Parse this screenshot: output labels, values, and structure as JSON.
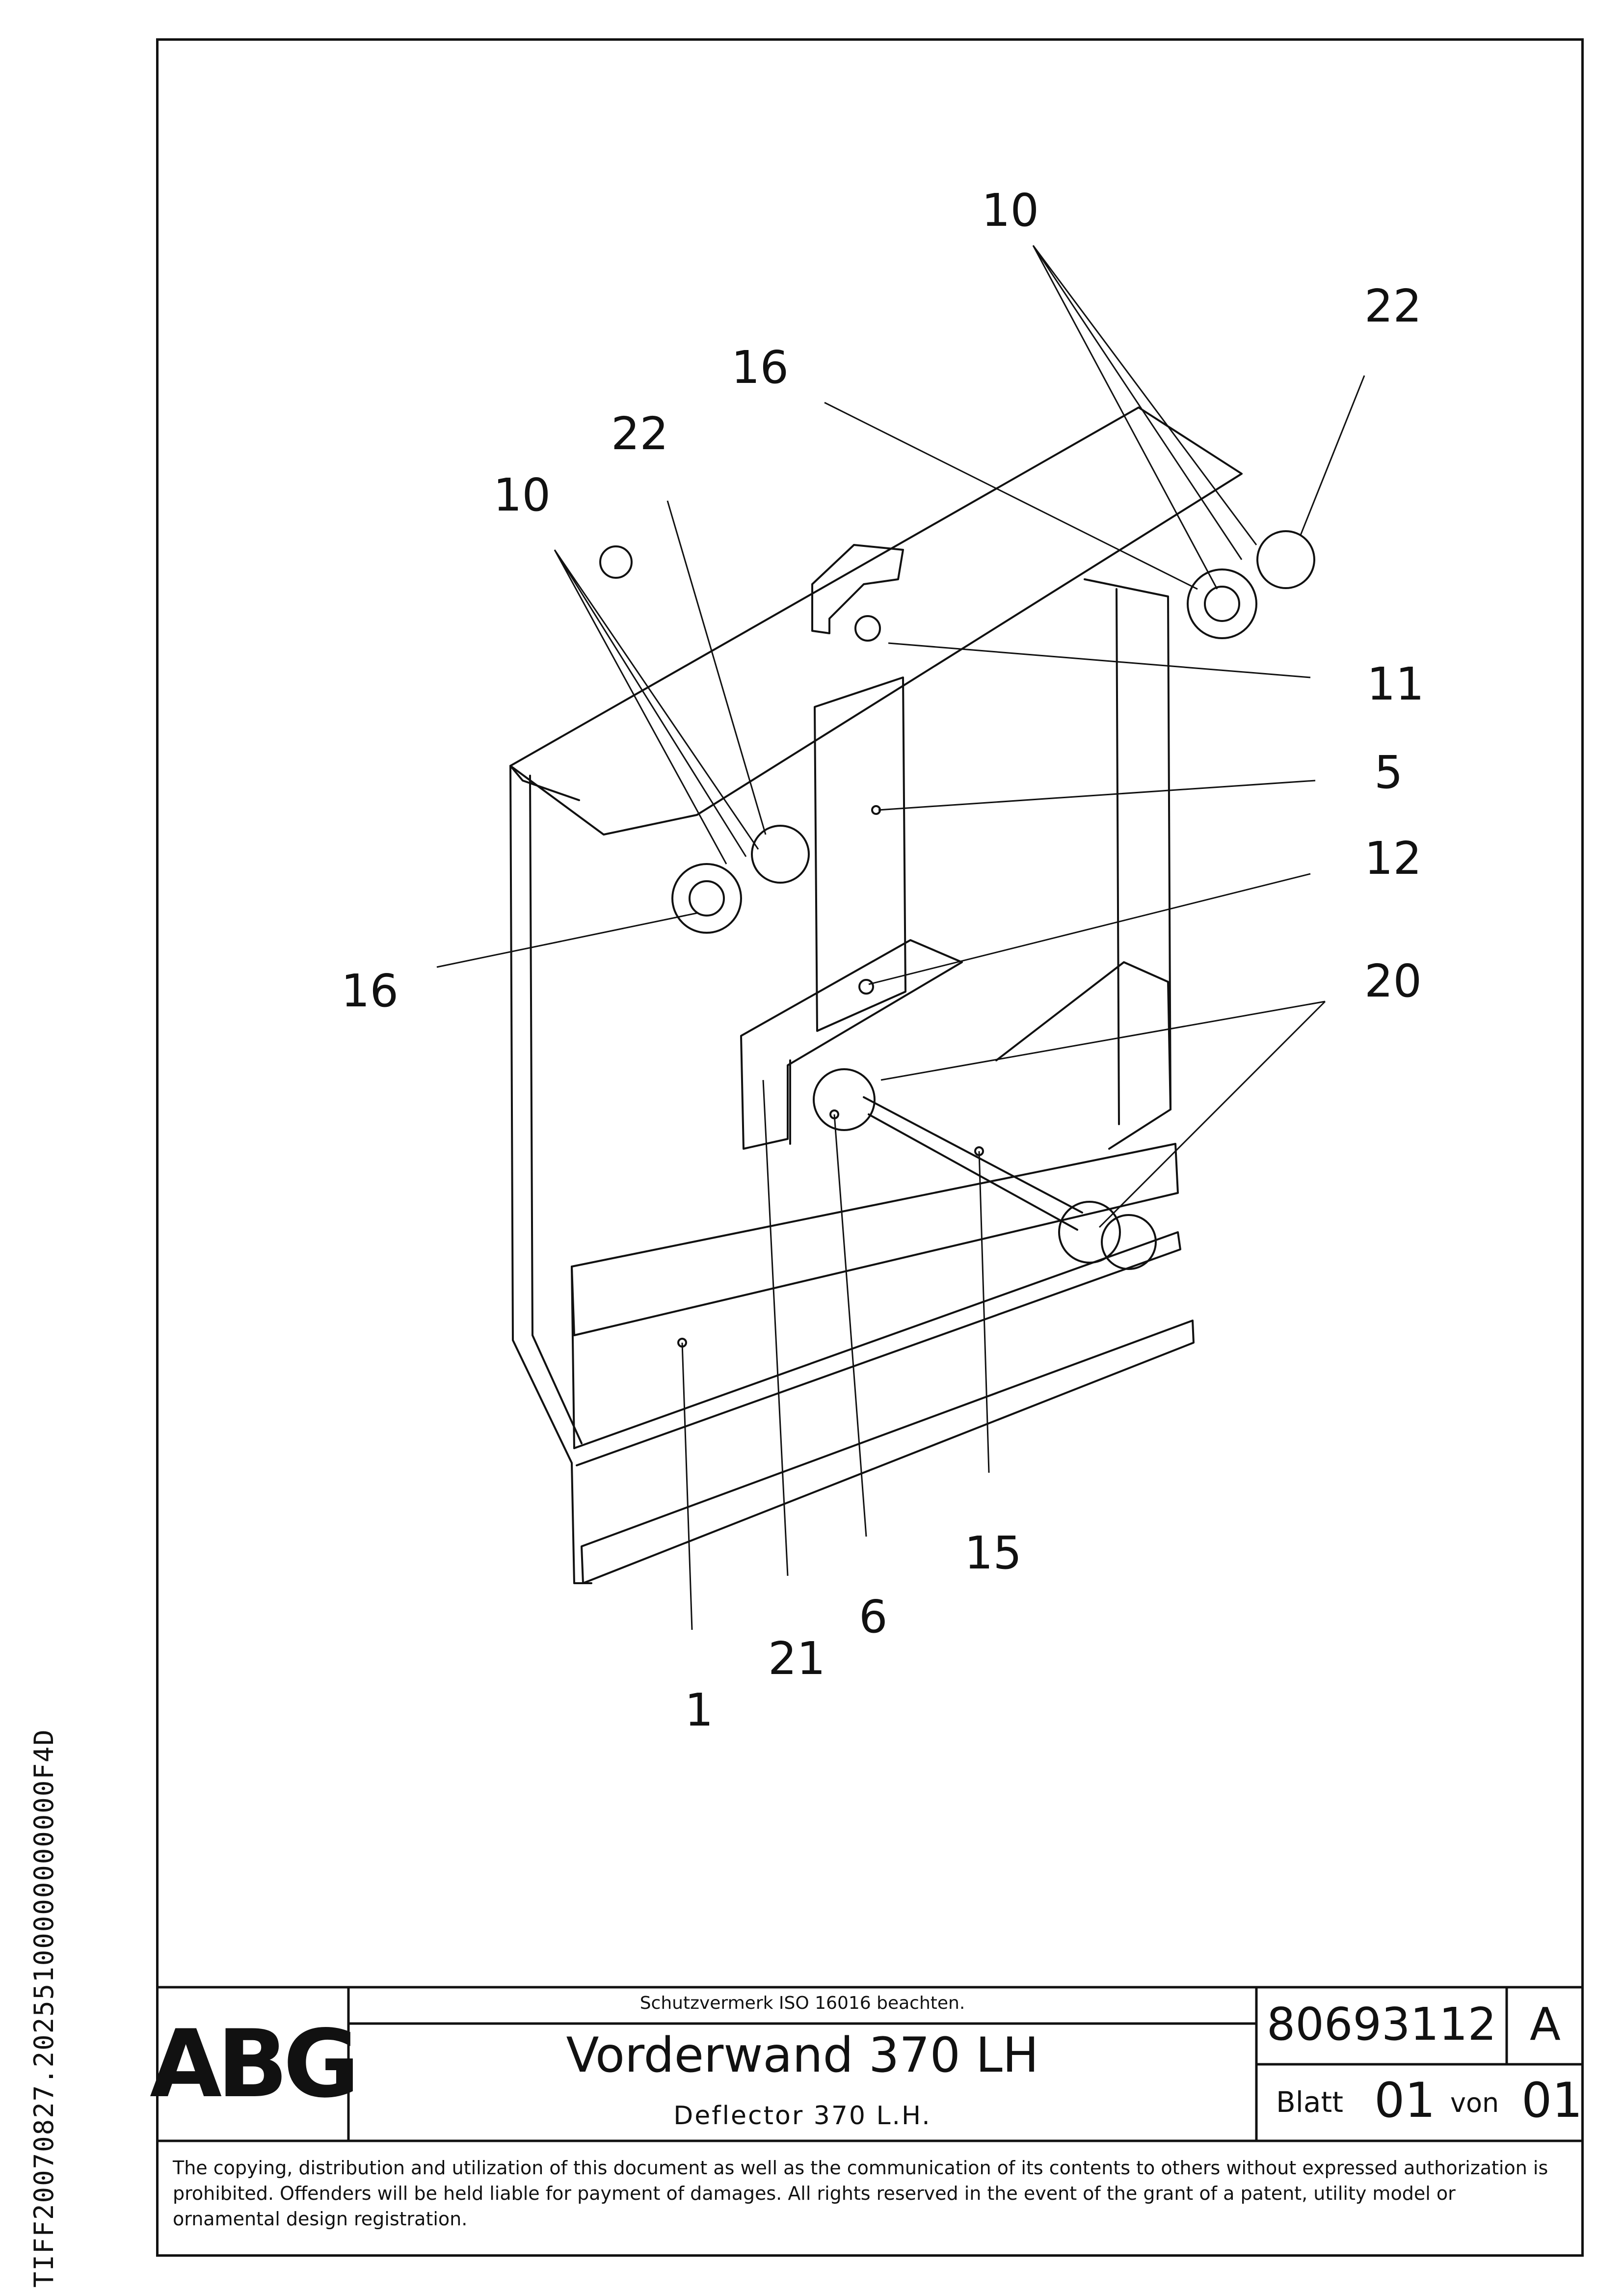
{
  "side_code": "TIFF20070827.20255100000000000F4D",
  "callouts": {
    "c10a": "10",
    "c22a": "22",
    "c16a": "16",
    "c22b": "22",
    "c10b": "10",
    "c11": "11",
    "c5": "5",
    "c12": "12",
    "c16b": "16",
    "c20": "20",
    "c15": "15",
    "c6": "6",
    "c21": "21",
    "c1": "1"
  },
  "title_block": {
    "logo": "ABG",
    "protection_note": "Schutzvermerk ISO 16016 beachten.",
    "title": "Vorderwand 370 LH",
    "subtitle": "Deflector 370 L.H.",
    "drawing_number": "80693112",
    "revision": "A",
    "sheet_label": "Blatt",
    "sheet": "01",
    "of_label": "von",
    "of": "01"
  },
  "copyright": "The copying, distribution and utilization of this document as well as the communication of its contents to others without expressed authorization is prohibited. Offenders will be held liable for payment of damages. All rights reserved in the event of the grant of a patent, utility model or ornamental design registration."
}
